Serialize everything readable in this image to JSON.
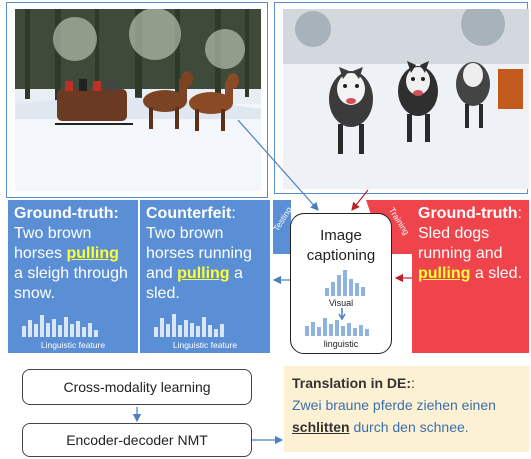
{
  "panels": {
    "gt_left": {
      "heading": "Ground-truth:",
      "t1": "Two brown horses ",
      "hl": "pulling",
      "t2": " a sleigh through snow.",
      "feature": "Linguistic feature"
    },
    "counterfeit": {
      "heading": "Counterfeit",
      "colon": ":",
      "t1": "Two brown horses running and ",
      "hl": "pulling",
      "t2": " a sled.",
      "feature": "Linguistic feature"
    },
    "gt_right": {
      "heading": "Ground-truth",
      "colon": ":",
      "t1": "Sled dogs running and ",
      "hl": "pulling",
      "t2": " a sled."
    }
  },
  "center": {
    "title": "Image captioning",
    "visual": "Visual",
    "linguistic": "linguistic"
  },
  "tags": {
    "testing": "Testing",
    "training": "Training"
  },
  "boxes": {
    "cml": "Cross-modality learning",
    "nmt": "Encoder-decoder NMT"
  },
  "translation": {
    "heading": "Translation in DE:",
    "colon": ":",
    "line1": "Zwei braune pferde ziehen einen",
    "word": "schlitten",
    "rest": " durch den schnee."
  },
  "colors": {
    "blue": "#5b8fd5",
    "red": "#f0444c",
    "highlight": "#ffff33",
    "cream": "#fdf1d4"
  },
  "feature_bars": {
    "left": [
      0.45,
      0.7,
      0.55,
      0.9,
      0.6,
      0.75,
      0.5,
      0.85,
      0.55,
      0.65,
      0.4,
      0.6,
      0.3
    ],
    "counterfeit": [
      0.4,
      0.8,
      0.55,
      0.95,
      0.5,
      0.7,
      0.6,
      0.45,
      0.85,
      0.5,
      0.35,
      0.55
    ],
    "visual": [
      0.3,
      0.55,
      0.8,
      1.0,
      0.65,
      0.5,
      0.35
    ],
    "linguistic": [
      0.5,
      0.7,
      0.45,
      0.9,
      0.6,
      0.8,
      0.5,
      0.65,
      0.4,
      0.55,
      0.35
    ]
  }
}
